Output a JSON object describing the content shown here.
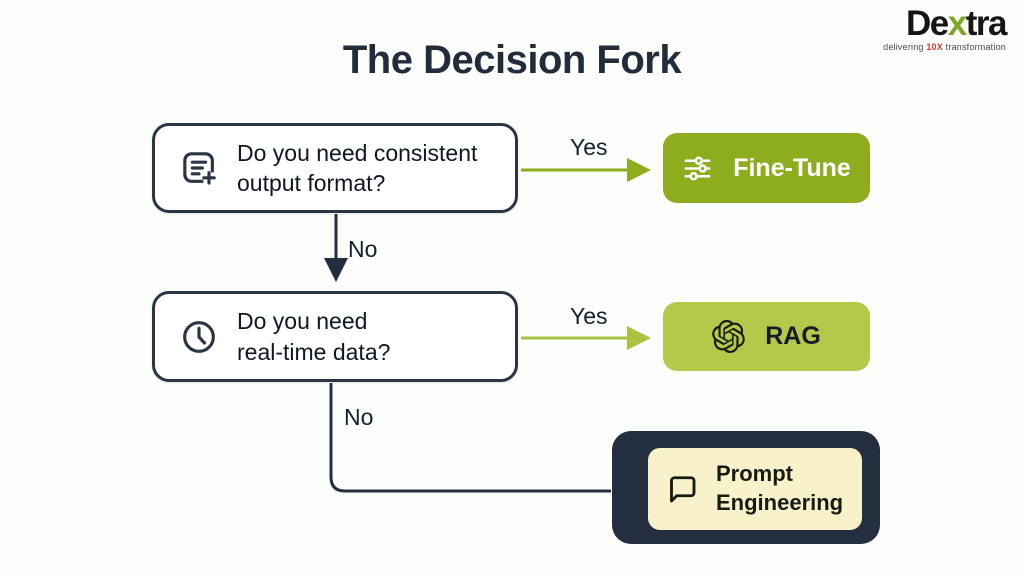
{
  "page": {
    "title": "The Decision Fork"
  },
  "logo": {
    "brand_prefix": "De",
    "brand_x": "x",
    "brand_suffix": "tra",
    "tagline_prefix": "delivering ",
    "tagline_highlight": "10X",
    "tagline_suffix": " transformation"
  },
  "flowchart": {
    "question1": {
      "line1": "Do you need consistent",
      "line2": "output format?",
      "icon": "note-add-icon"
    },
    "question2": {
      "line1": "Do you need",
      "line2": "real-time data?",
      "icon": "clock-icon"
    },
    "edges": {
      "yes1": "Yes",
      "no1": "No",
      "yes2": "Yes",
      "no2": "No"
    },
    "outcome1": {
      "label": "Fine-Tune",
      "icon": "sliders-icon"
    },
    "outcome2": {
      "label": "RAG",
      "icon": "openai-icon"
    },
    "outcome3": {
      "line1": "Prompt",
      "line2": "Engineering",
      "icon": "chat-bubble-icon"
    }
  },
  "colors": {
    "dark_navy": "#232e3e",
    "olive_green": "#8dac1e",
    "lime_green": "#b4c84a",
    "cream": "#f8f1ca",
    "background": "#fdfdfb",
    "brand_green": "#7aa726",
    "brand_red": "#d63a2f"
  }
}
